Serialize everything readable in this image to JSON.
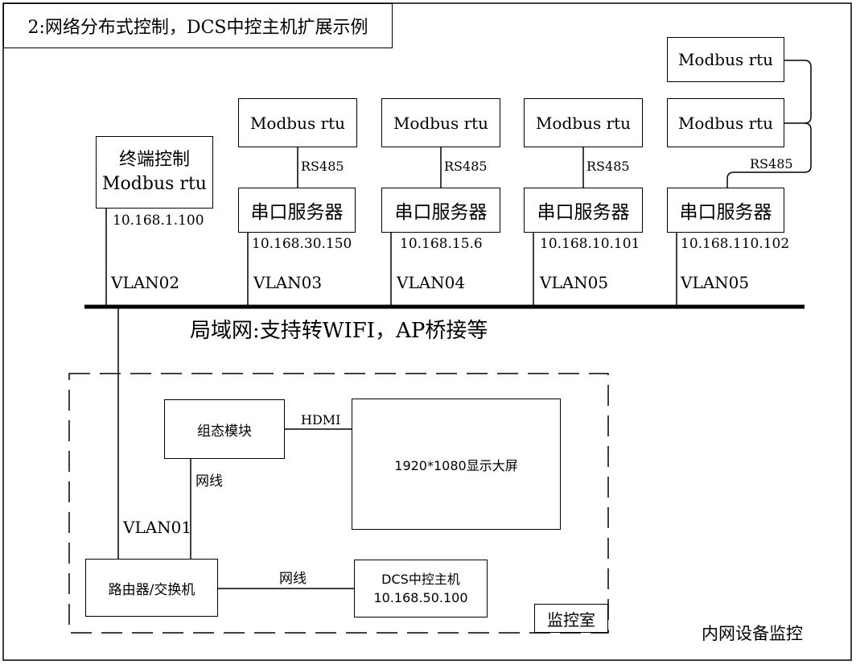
{
  "title": "2:网络分布式控制，DCS中控主机扩展示例",
  "lan_label": "局域网:支持转WIFI，AP桥接等",
  "top_row": {
    "terminal": {
      "line1": "终端控制",
      "line2": "Modbus rtu",
      "ip": "10.168.1.100",
      "vlan": "VLAN02"
    },
    "units": [
      {
        "modbus": "Modbus rtu",
        "link": "RS485",
        "server": "串口服务器",
        "ip": "10.168.30.150",
        "vlan": "VLAN03"
      },
      {
        "modbus": "Modbus rtu",
        "link": "RS485",
        "server": "串口服务器",
        "ip": "10.168.15.6",
        "vlan": "VLAN04"
      },
      {
        "modbus": "Modbus rtu",
        "link": "RS485",
        "server": "串口服务器",
        "ip": "10.168.10.101",
        "vlan": "VLAN05"
      },
      {
        "modbus_top": "Modbus rtu",
        "modbus": "Modbus rtu",
        "link": "RS485",
        "server": "串口服务器",
        "ip": "10.168.110.102",
        "vlan": "VLAN05"
      }
    ]
  },
  "monitor_room": {
    "label": "监控室",
    "config_module": "组态模块",
    "hdmi": "HDMI",
    "screen": "1920*1080显示大屏",
    "cable_vertical": "网线",
    "vlan": "VLAN01",
    "router": "路由器/交换机",
    "cable_horizontal": "网线",
    "dcs_name": "DCS中控主机",
    "dcs_ip": "10.168.50.100"
  },
  "footer": "内网设备监控"
}
